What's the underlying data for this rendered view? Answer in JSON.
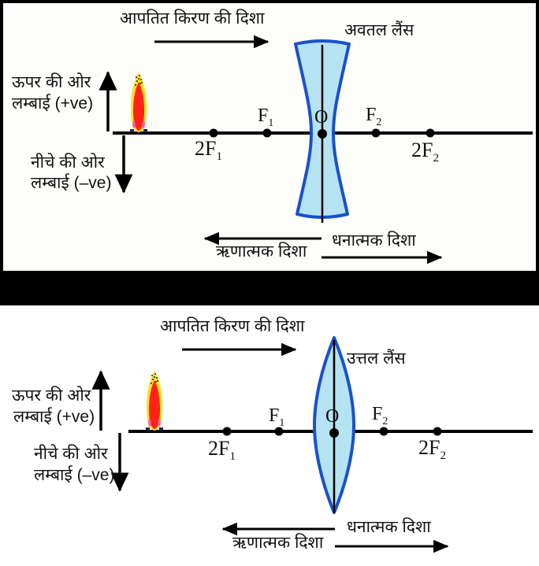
{
  "figure": {
    "description_domain": "lens sign-convention diagram",
    "colors": {
      "lens_fill": "#b6e3f2",
      "lens_stroke": "#1b50cc",
      "flame_outer": "#ffdf1f",
      "flame_inner": "#ff2317",
      "ink": "#111111"
    },
    "panels": [
      {
        "lens_type": "concave",
        "lens_label": "अवतल लैंस",
        "incident_ray_label": "आपतित किरण की दिशा",
        "upward_label_line1": "ऊपर की ओर",
        "upward_label_line2": "लम्बाई (+ve)",
        "downward_label_line1": "नीचे की ओर",
        "downward_label_line2": "लम्बाई (–ve)",
        "negative_direction_label": "ऋणात्मक दिशा",
        "positive_direction_label": "धनात्मक दिशा",
        "points": [
          {
            "base": "2F",
            "sub": "1"
          },
          {
            "base": "F",
            "sub": "1"
          },
          {
            "base": "O",
            "sub": ""
          },
          {
            "base": "F",
            "sub": "2"
          },
          {
            "base": "2F",
            "sub": "2"
          }
        ]
      },
      {
        "lens_type": "convex",
        "lens_label": "उत्तल लैंस",
        "incident_ray_label": "आपतित किरण की दिशा",
        "upward_label_line1": "ऊपर की ओर",
        "upward_label_line2": "लम्बाई (+ve)",
        "downward_label_line1": "नीचे की ओर",
        "downward_label_line2": "लम्बाई (–ve)",
        "negative_direction_label": "ऋणात्मक दिशा",
        "positive_direction_label": "धनात्मक दिशा",
        "points": [
          {
            "base": "2F",
            "sub": "1"
          },
          {
            "base": "F",
            "sub": "1"
          },
          {
            "base": "O",
            "sub": ""
          },
          {
            "base": "F",
            "sub": "2"
          },
          {
            "base": "2F",
            "sub": "2"
          }
        ]
      }
    ]
  }
}
